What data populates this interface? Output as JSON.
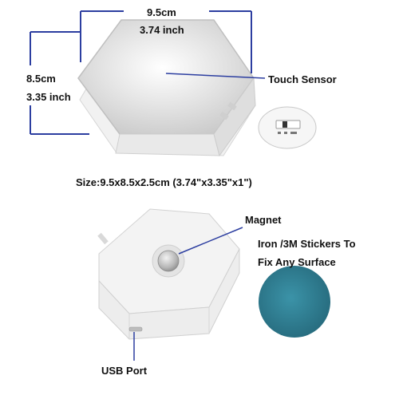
{
  "top_product": {
    "width_cm": "9.5cm",
    "width_in": "3.74 inch",
    "height_cm": "8.5cm",
    "height_in": "3.35 inch",
    "touch_sensor_label": "Touch Sensor",
    "size_text": "Size:9.5x8.5x2.5cm (3.74\"x3.35\"x1\")"
  },
  "bottom_product": {
    "magnet_label": "Magnet",
    "sticker_label_line1": "Iron /3M Stickers To",
    "sticker_label_line2": "Fix Any Surface",
    "usb_label": "USB Port"
  },
  "colors": {
    "dimension_line": "#2c3ea0",
    "sticker": "#2e7f93",
    "body_white": "#f4f4f4"
  }
}
